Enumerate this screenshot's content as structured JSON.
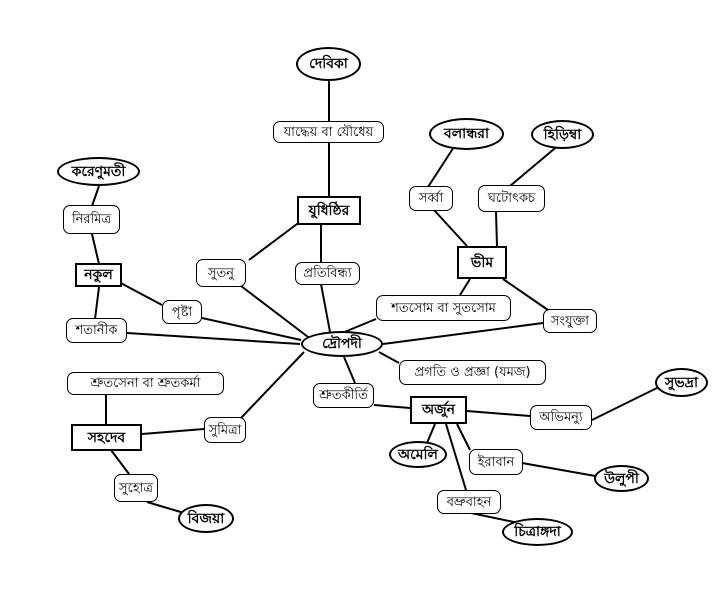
{
  "nodes": {
    "draupadi": "দ্রৌপদী",
    "yudhishthira": "যুধিষ্ঠির",
    "bhima": "ভীম",
    "arjuna": "অর্জুন",
    "nakula": "নকুল",
    "sahadeva": "সহদেব",
    "devika": "দেবিকা",
    "yaudheya": "যাদ্ধেয় বা যৌধেয়",
    "prativindhya": "প্রতিবিন্ধ্য",
    "sutanu": "সুতনু",
    "karenumati": "করেণুমতী",
    "niramitra": "নিরমিত্র",
    "prishta": "পৃষ্টা",
    "shatanika": "শতানীক",
    "balandhara": "বলান্ধরা",
    "hidimba": "হিড়িম্বা",
    "sarvaga": "সর্ব্বা",
    "ghatotkacha": "ঘটোৎকচ",
    "shatasoma": "শতসোম বা সুতসোম",
    "samyukta": "সংযুক্তা",
    "shrutasena": "শ্রুতসেনা বা শ্রুতকর্মা",
    "shrutakirti": "শ্রুতকীর্তি",
    "pragati": "প্রগতি ও প্রজ্ঞা (যমজ)",
    "sumitra": "সুমিত্রা",
    "subhadra": "সুভদ্রা",
    "abhimanyu": "অভিমন্যু",
    "ameli": "অমেলি",
    "iravan": "ইরাবান",
    "ulupi": "উলুপী",
    "babruvahana": "বভ্রুবাহন",
    "chitrangada": "চিত্রাঙ্গদা",
    "suhotra": "সুহোত্র",
    "vijaya": "বিজয়া"
  }
}
